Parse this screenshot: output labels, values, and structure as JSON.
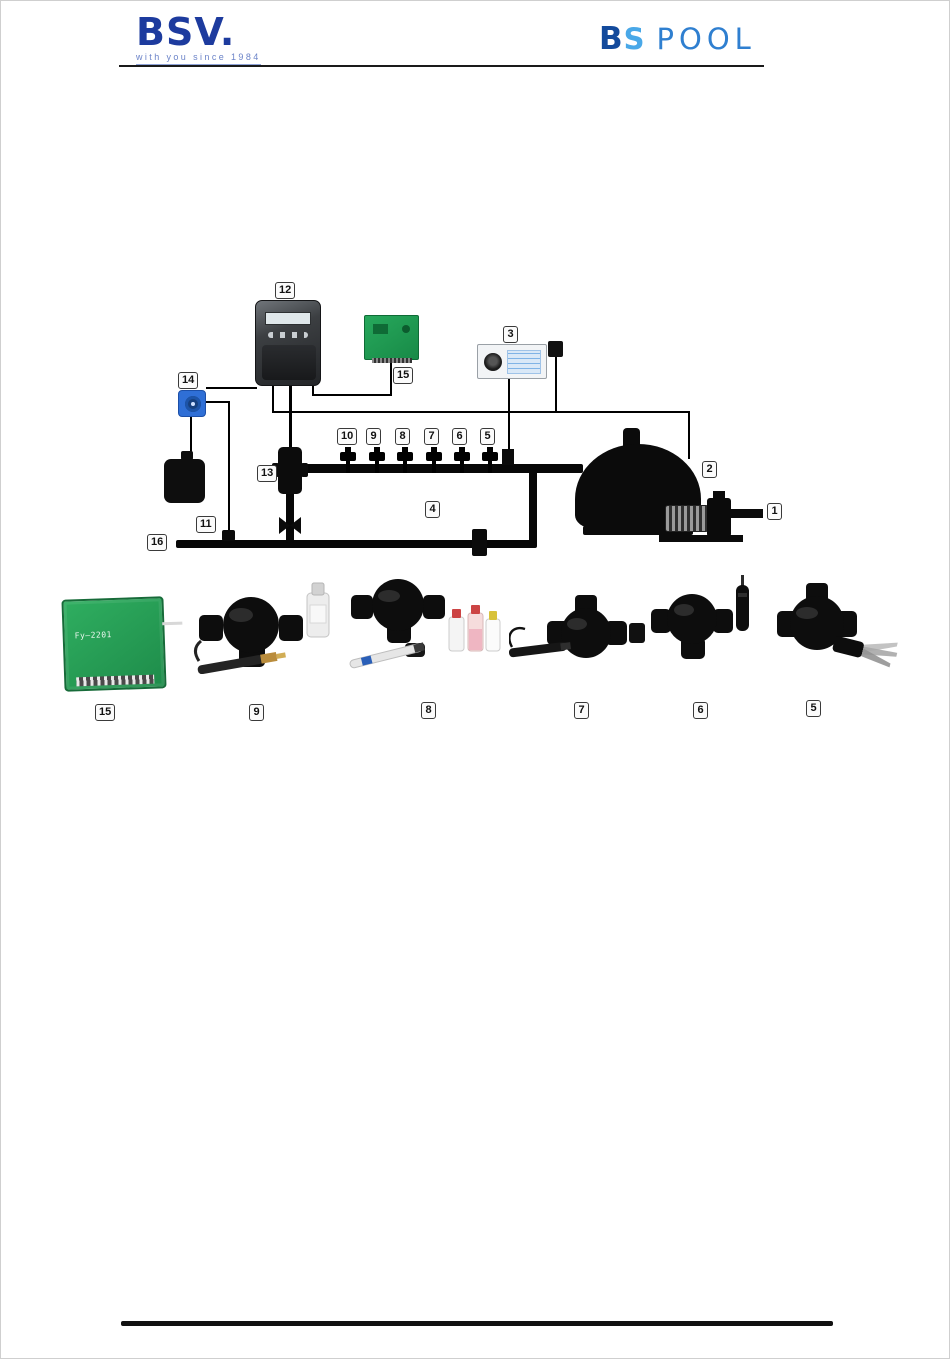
{
  "header": {
    "bsv": {
      "name": "BSV.",
      "tagline": "with you since 1984"
    },
    "bspool": {
      "b": "B",
      "s": "S",
      "pool": "POOL"
    }
  },
  "diagram": {
    "callouts": {
      "n1": "1",
      "n2": "2",
      "n3": "3",
      "n4": "4",
      "n5": "5",
      "n6": "6",
      "n7": "7",
      "n8": "8",
      "n9": "9",
      "n10": "10",
      "n11": "11",
      "n12": "12",
      "n13": "13",
      "n14": "14",
      "n15": "15",
      "n16": "16"
    }
  },
  "products": {
    "board_label": "Fy—2201",
    "captions": {
      "p15": "15",
      "p9": "9",
      "p8": "8",
      "p7": "7",
      "p6": "6",
      "p5": "5"
    }
  },
  "colors": {
    "logo_blue": "#1d3b9e",
    "logo_light_blue": "#2f7fd0",
    "pcb_green": "#23a559",
    "pump_blue": "#2f6fd6"
  }
}
